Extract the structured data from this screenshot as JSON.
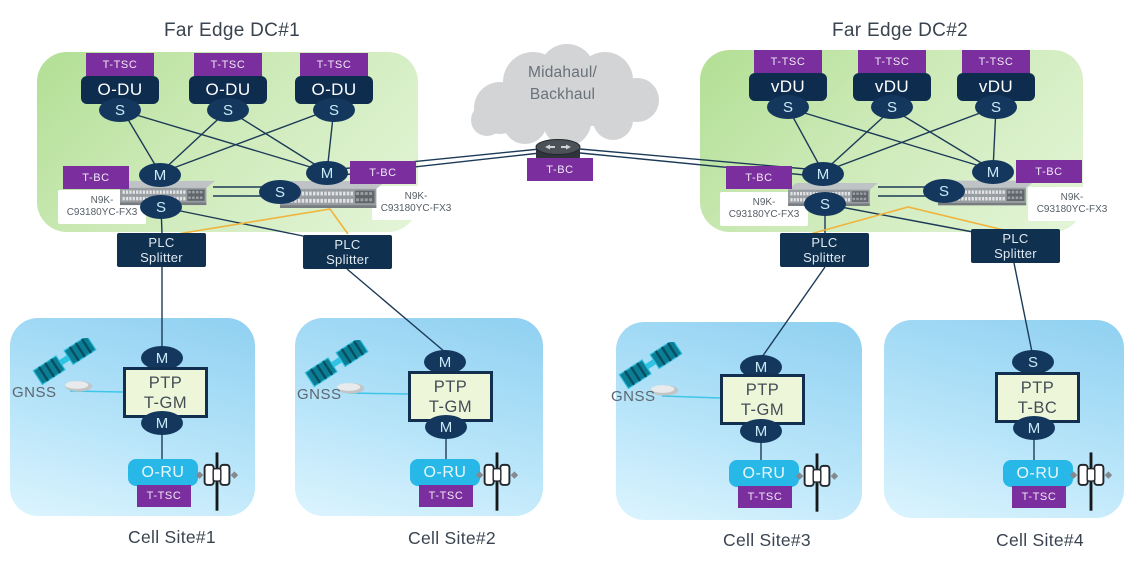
{
  "colors": {
    "navy": "#0e2c4e",
    "ellnavy": "#14375e",
    "purple": "#7b2f9e",
    "cyan": "#27b8e8",
    "line": "#1c3a57",
    "yellow": "#f0b43c",
    "cloud": "#d3d4d6",
    "ptpbg": "#eef6da",
    "linkcyan": "#3fc6e8",
    "green1": "#b2df94",
    "green2": "#e4f5d8",
    "blue1": "#8fd0f1",
    "blue2": "#dcf4fe",
    "ink": "#3a4450"
  },
  "titles": {
    "dc1": "Far Edge DC#1",
    "dc2": "Far Edge DC#2"
  },
  "cloud": {
    "line1": "Midahaul/",
    "line2": "Backhaul"
  },
  "router": {
    "label": "T-BC"
  },
  "dc1": {
    "units": [
      {
        "tag": "T-TSC",
        "name": "O-DU",
        "port": "S"
      },
      {
        "tag": "T-TSC",
        "name": "O-DU",
        "port": "S"
      },
      {
        "tag": "T-TSC",
        "name": "O-DU",
        "port": "S"
      }
    ],
    "sw_left": {
      "tag": "T-BC",
      "top_port": "M",
      "bottom_port": "S",
      "model1": "N9K-",
      "model2": "C93180YC-FX3"
    },
    "sw_right": {
      "tag": "T-BC",
      "top_port": "M",
      "model1": "N9K-",
      "model2": "C93180YC-FX3"
    },
    "mid_port": "S",
    "plc_left": {
      "line1": "PLC",
      "line2": "Splitter"
    },
    "plc_right": {
      "line1": "PLC",
      "line2": "Splitter"
    }
  },
  "dc2": {
    "units": [
      {
        "tag": "T-TSC",
        "name": "vDU",
        "port": "S"
      },
      {
        "tag": "T-TSC",
        "name": "vDU",
        "port": "S"
      },
      {
        "tag": "T-TSC",
        "name": "vDU",
        "port": "S"
      }
    ],
    "sw_left": {
      "tag": "T-BC",
      "top_port": "M",
      "bottom_port": "S",
      "model1": "N9K-",
      "model2": "C93180YC-FX3"
    },
    "sw_right": {
      "tag": "T-BC",
      "top_port": "M",
      "model1": "N9K-",
      "model2": "C93180YC-FX3"
    },
    "mid_port": "S",
    "plc_left": {
      "line1": "PLC",
      "line2": "Splitter"
    },
    "plc_right": {
      "line1": "PLC",
      "line2": "Splitter"
    }
  },
  "sites": [
    {
      "label": "Cell Site#1",
      "gnss": "GNSS",
      "top_port": "M",
      "ptp1": "PTP",
      "ptp2": "T-GM",
      "bottom_port": "M",
      "ru": "O-RU",
      "tag": "T-TSC"
    },
    {
      "label": "Cell Site#2",
      "gnss": "GNSS",
      "top_port": "M",
      "ptp1": "PTP",
      "ptp2": "T-GM",
      "bottom_port": "M",
      "ru": "O-RU",
      "tag": "T-TSC"
    },
    {
      "label": "Cell Site#3",
      "gnss": "GNSS",
      "top_port": "M",
      "ptp1": "PTP",
      "ptp2": "T-GM",
      "bottom_port": "M",
      "ru": "O-RU",
      "tag": "T-TSC"
    },
    {
      "label": "Cell Site#4",
      "top_port": "S",
      "ptp1": "PTP",
      "ptp2": "T-BC",
      "bottom_port": "M",
      "ru": "O-RU",
      "tag": "T-TSC"
    }
  ]
}
